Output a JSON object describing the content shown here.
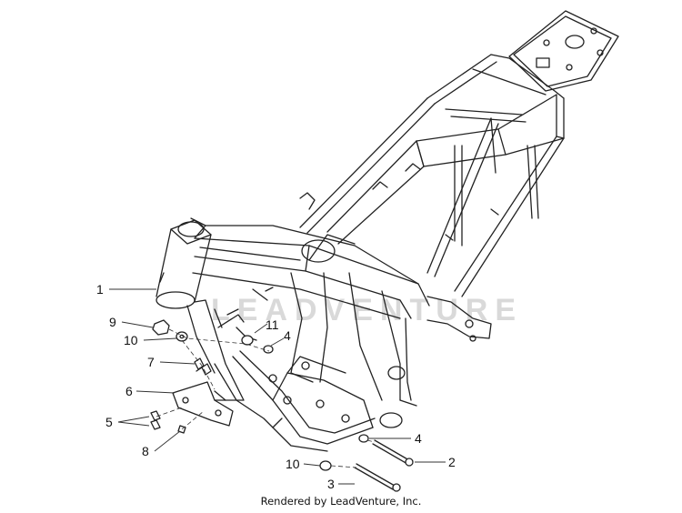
{
  "watermark": "LEADVENTURE",
  "callouts": [
    {
      "id": "c1",
      "label": "1"
    },
    {
      "id": "c2",
      "label": "2"
    },
    {
      "id": "c3",
      "label": "3"
    },
    {
      "id": "c4a",
      "label": "4"
    },
    {
      "id": "c4b",
      "label": "4"
    },
    {
      "id": "c5",
      "label": "5"
    },
    {
      "id": "c6",
      "label": "6"
    },
    {
      "id": "c7",
      "label": "7"
    },
    {
      "id": "c8",
      "label": "8"
    },
    {
      "id": "c9",
      "label": "9"
    },
    {
      "id": "c10a",
      "label": "10"
    },
    {
      "id": "c10b",
      "label": "10"
    },
    {
      "id": "c11",
      "label": "11"
    }
  ],
  "footer": "Rendered by LeadVenture, Inc."
}
